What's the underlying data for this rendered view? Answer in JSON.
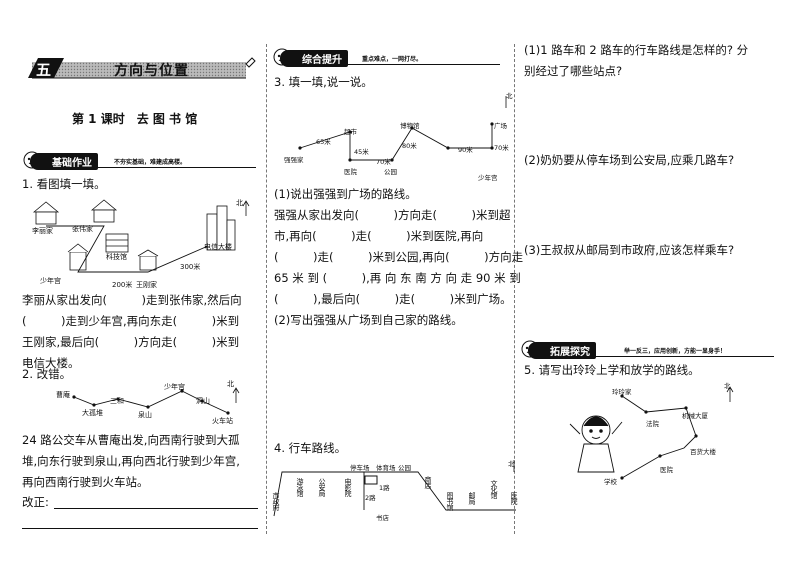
{
  "chapter": {
    "badge": "五",
    "title": "方向与位置"
  },
  "lesson_title": "第 1 课时　去 图 书 馆",
  "sec_basic": {
    "label": "基础作业",
    "slogan": "不夯实基础，难建成高楼。"
  },
  "q1": {
    "title": "1. 看图填一填。",
    "map": {
      "li": "李丽家",
      "zhang": "张伟家",
      "keji": "科技馆",
      "shao": "少年宫",
      "wang": "王刚家",
      "dianxin": "电信大楼",
      "d200": "200米",
      "d300": "300米",
      "north": "北"
    },
    "lines": [
      "李丽从家出发向(　　　)走到张伟家,然后向",
      "(　　　)走到少年宫,再向东走(　　　)米到",
      "王刚家,最后向(　　　)方向走(　　　)米到",
      "电信大楼。"
    ]
  },
  "q2": {
    "title": "2. 改错。",
    "map": {
      "cao": "曹庵",
      "dagu": "大孤堆",
      "sanhe": "三和",
      "quan": "泉山",
      "shao": "少年宫",
      "dong": "洞山",
      "huoche": "火车站",
      "north": "北"
    },
    "lines": [
      "24 路公交车从曹庵出发,向西南行驶到大孤",
      "堆,向东行驶到泉山,再向西北行驶到少年宫,",
      "再向西南行驶到火车站。"
    ],
    "fix_label": "改正:"
  },
  "sec_comp": {
    "label": "综合提升",
    "slogan": "重点难点，一网打尽。"
  },
  "q3": {
    "title": "3. 填一填,说一说。",
    "map": {
      "jia": "强强家",
      "chaoshi": "超市",
      "yiyuan": "医院",
      "gongyuan": "公园",
      "bowu": "博物馆",
      "guangchang": "广场",
      "shaonian": "少年宫",
      "d65": "65米",
      "d45": "45米",
      "d70a": "70米",
      "d80": "80米",
      "d90": "90米",
      "d70b": "70米",
      "north": "北"
    },
    "p1": "(1)说出强强到广场的路线。",
    "lines": [
      "强强从家出发向(　　　)方向走(　　　)米到超",
      "市,再向(　　　)走(　　　)米到医院,再向",
      "(　　　)走(　　　)米到公园,再向(　　　)方向走",
      "65 米 到 (　　　),再 向 东 南 方 向 走 90 米 到",
      "(　　　),最后向(　　　)走(　　　)米到广场。"
    ],
    "p2": "(2)写出强强从广场到自己家的路线。"
  },
  "q4": {
    "title": "4. 行车路线。",
    "map": {
      "stops": [
        "市政府",
        "游泳馆",
        "公安局",
        "电影院",
        "商店",
        "图书馆",
        "邮局",
        "文化馆",
        "医院"
      ],
      "tingche": "停车场",
      "tiyu": "体育场",
      "gongyuan": "公园",
      "r1": "1路",
      "r2": "2路",
      "shudian": "书店",
      "north": "北"
    }
  },
  "right_q": {
    "q1": [
      "(1)1 路车和 2 路车的行车路线是怎样的? 分",
      "别经过了哪些站点?"
    ],
    "q2": "(2)奶奶要从停车场到公安局,应乘几路车?",
    "q3": "(3)王叔叔从邮局到市政府,应该怎样乘车?"
  },
  "sec_ext": {
    "label": "拓展探究",
    "slogan": "举一反三，应用创新，方能一显身手！"
  },
  "q5": {
    "title": "5. 请写出玲玲上学和放学的路线。",
    "map": {
      "ling": "玲玲家",
      "fayuan": "法院",
      "jixie": "机械大厦",
      "baihuo": "百货大楼",
      "yiyuan": "医院",
      "xuexiao": "学校",
      "north": "北"
    }
  }
}
